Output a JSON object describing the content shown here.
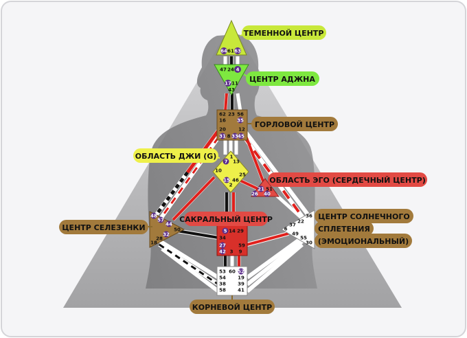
{
  "colors": {
    "background": "#ffffff",
    "frame": "#f4f4f6",
    "pyramid": "#a9a9ab",
    "head_crown": "#c8e83a",
    "ajna": "#7ee840",
    "throat": "#a27a3c",
    "g_center": "#eef04a",
    "ego": "#e24a44",
    "sacral": "#d8302a",
    "spleen": "#a27a3c",
    "solar": "#ffffff",
    "root": "#ffffff",
    "activation_red": "#e0201c",
    "activation_black": "#111111",
    "label_brown": "#a27a3c",
    "label_green": "#c8e83a",
    "label_light_green": "#7ee840",
    "label_yellow": "#eef04a",
    "label_red": "#e24a44"
  },
  "labels": {
    "head": "ТЕМЕННОЙ ЦЕНТР",
    "ajna": "ЦЕНТР АДЖНА",
    "throat": "ГОРЛОВОЙ ЦЕНТР",
    "g_center": "ОБЛАСТЬ ДЖИ (G)",
    "ego": "ОБЛАСТЬ ЭГО (СЕРДЕЧНЫЙ ЦЕНТР)",
    "sacral": "САКРАЛЬНЫЙ ЦЕНТР",
    "spleen": "ЦЕНТР СЕЛЕЗЕНКИ",
    "solar_line1": "ЦЕНТР СОЛНЕЧНОГО",
    "solar_line2": "СПЛЕТЕНИЯ",
    "solar_line3": "(ЭМОЦИОНАЛЬНЫЙ)",
    "root": "КОРНЕВОЙ ЦЕНТР"
  },
  "gates": {
    "head": [
      "64",
      "61",
      "63"
    ],
    "ajna": [
      "47",
      "24",
      "4",
      "17",
      "11",
      "43"
    ],
    "throat": [
      "62",
      "23",
      "56",
      "16",
      "35",
      "20",
      "12",
      "31",
      "8",
      "33",
      "45"
    ],
    "g_center": [
      "1",
      "7",
      "13",
      "10",
      "25",
      "15",
      "46",
      "2"
    ],
    "ego": [
      "21",
      "51",
      "26",
      "40"
    ],
    "spleen": [
      "48",
      "57",
      "44",
      "50",
      "32",
      "28",
      "18"
    ],
    "sacral": [
      "5",
      "14",
      "29",
      "34",
      "27",
      "59",
      "42",
      "3",
      "9"
    ],
    "solar": [
      "36",
      "22",
      "37",
      "6",
      "49",
      "55",
      "30"
    ],
    "root": [
      "53",
      "60",
      "52",
      "54",
      "19",
      "38",
      "39",
      "58",
      "41"
    ]
  }
}
